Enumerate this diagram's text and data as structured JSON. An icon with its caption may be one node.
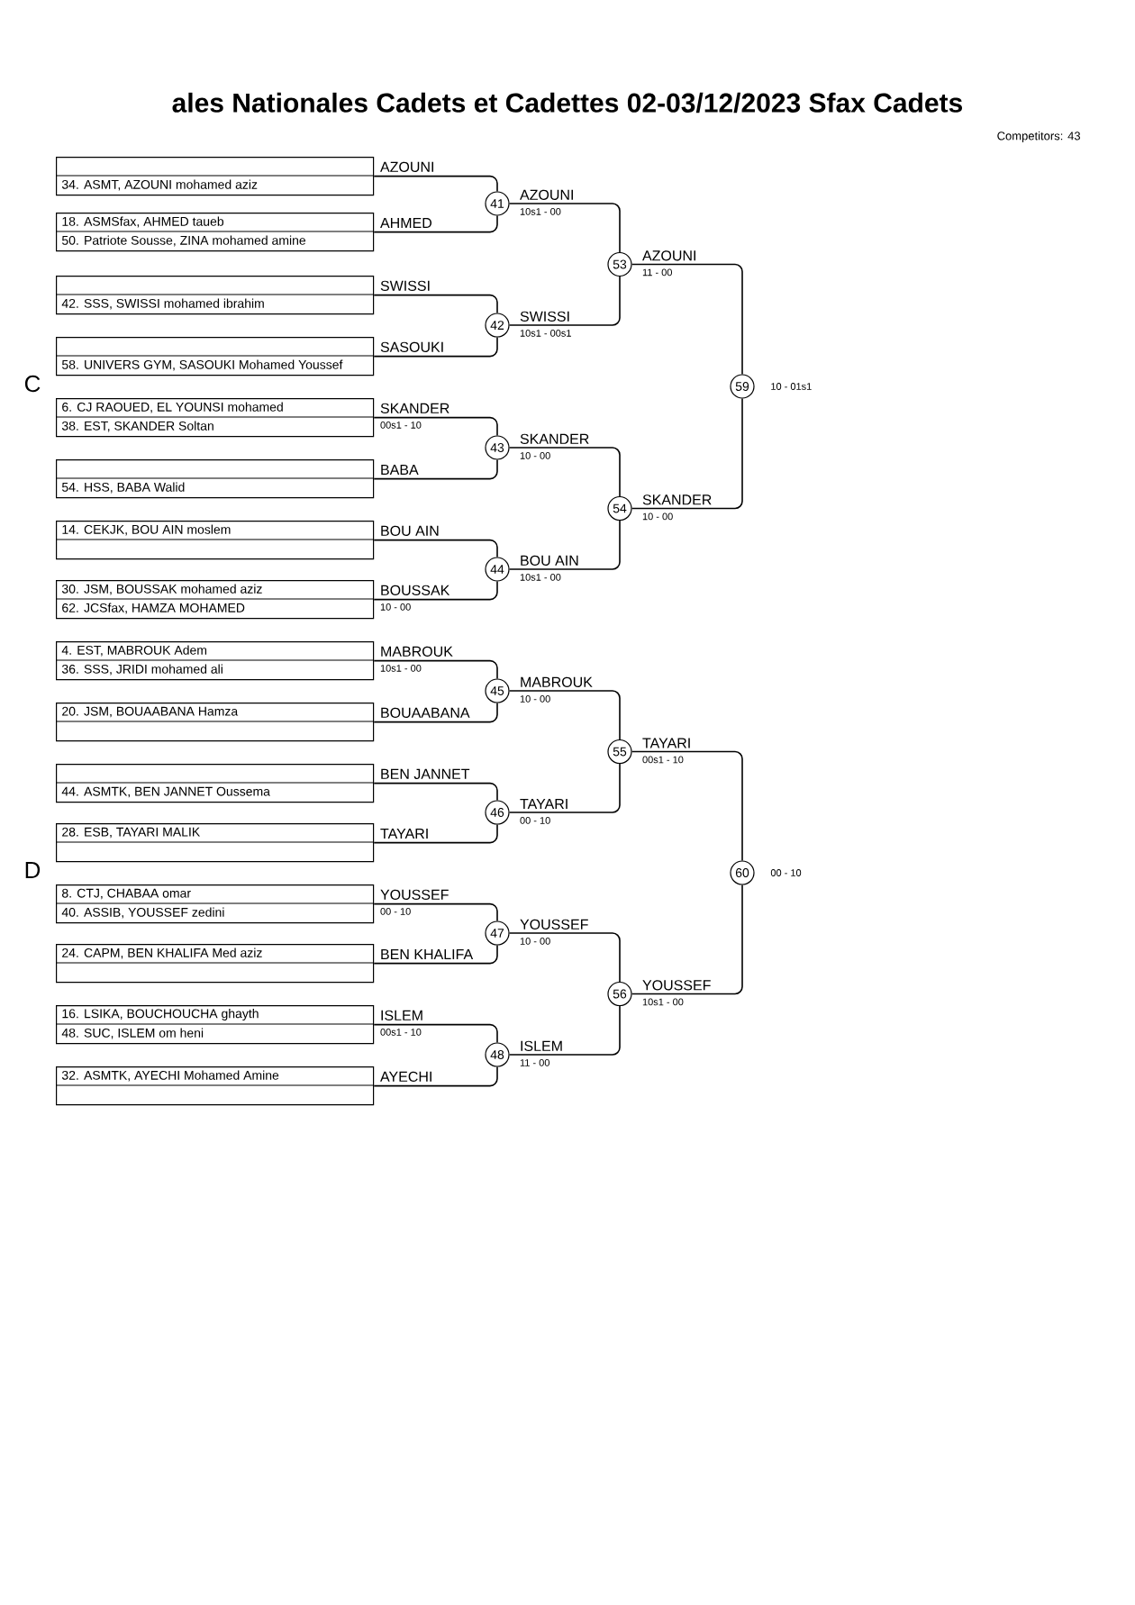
{
  "diagram": {
    "title": "ales Nationales Cadets et Cadettes 02-03/12/2023 Sfax Cadets",
    "nodes": [
      {
        "text": [
          "34. ASMT, AZOUNI mohamed aziz"
        ]
      },
      {
        "text": [
          "18. ASMSfax, AHMED taueb",
          "50. Patriote Sousse, ZINA mohamed amine"
        ]
      },
      {
        "text": [
          "42. SSS, SWISSI mohamed ibrahim"
        ]
      },
      {
        "text": [
          "58. UNIVERS GYM, SASOUKI Mohamed Youssef"
        ]
      },
      {
        "text": [
          "6. CJ RAOUED, EL YOUNSI mohamed",
          "38. EST, SKANDER Soltan"
        ]
      },
      {
        "text": [
          "54. HSS, BABA Walid"
        ]
      },
      {
        "text": [
          "14. CEKJK, BOU AIN moslem"
        ]
      },
      {
        "text": [
          "30. JSM, BOUSSAK mohamed aziz",
          "62. JCSfax, HAMZA MOHAMED"
        ]
      },
      {
        "text": [
          "4. EST, MABROUK Adem",
          "36. SSS, JRIDI mohamed ali"
        ]
      },
      {
        "text": [
          "20. JSM, BOUAABANA Hamza"
        ]
      },
      {
        "text": [
          "44. ASMTK, BEN JANNET Oussema"
        ]
      },
      {
        "text": [
          "28. ESB, TAYARI MALIK"
        ]
      },
      {
        "text": [
          "8. CTJ, CHABAA omar",
          "40. ASSIB, YOUSSEF zedini"
        ]
      },
      {
        "text": [
          "24. CAPM, BEN KHALIFA Med aziz"
        ]
      },
      {
        "text": [
          "16. LSIKA, BOUCHOUCHA ghayth",
          "48. SUC, ISLEM om heni"
        ]
      },
      {
        "text": [
          "32. ASMTK, AYECHI Mohamed Amine"
        ]
      },
      {
        "text": [
          "41"
        ]
      },
      {
        "text": [
          "42"
        ]
      },
      {
        "text": [
          "43"
        ]
      },
      {
        "text": [
          "44"
        ]
      },
      {
        "text": [
          "45"
        ]
      },
      {
        "text": [
          "46"
        ]
      },
      {
        "text": [
          "47"
        ]
      },
      {
        "text": [
          "48"
        ]
      },
      {
        "text": [
          "53"
        ]
      },
      {
        "text": [
          "54"
        ]
      },
      {
        "text": [
          "55"
        ]
      },
      {
        "text": [
          "56"
        ]
      },
      {
        "text": [
          "59"
        ],
        "beside": [
          "10 - 01s1"
        ]
      },
      {
        "text": [
          "60"
        ],
        "beside": [
          "00 - 10"
        ]
      }
    ],
    "edges": [
      {
        "from": 0,
        "to": 16,
        "arrow": "none",
        "label": "AZOUNI"
      },
      {
        "from": 1,
        "to": 16,
        "arrow": "none",
        "label": "AHMED"
      },
      {
        "from": 2,
        "to": 17,
        "arrow": "none",
        "label": "SWISSI"
      },
      {
        "from": 3,
        "to": 17,
        "arrow": "none",
        "label": "SASOUKI"
      },
      {
        "from": 4,
        "to": 18,
        "arrow": "none",
        "label": "SKANDER"
      },
      {
        "from": 5,
        "to": 18,
        "arrow": "none",
        "label": "BABA"
      },
      {
        "from": 6,
        "to": 19,
        "arrow": "none",
        "label": "BOU AIN"
      },
      {
        "from": 7,
        "to": 19,
        "arrow": "none",
        "label": "BOUSSAK"
      },
      {
        "from": 8,
        "to": 20,
        "arrow": "none",
        "label": "MABROUK"
      },
      {
        "from": 9,
        "to": 20,
        "arrow": "none",
        "label": "BOUAABANA"
      },
      {
        "from": 10,
        "to": 21,
        "arrow": "none",
        "label": "BEN JANNET"
      },
      {
        "from": 11,
        "to": 21,
        "arrow": "none",
        "label": "TAYARI"
      },
      {
        "from": 12,
        "to": 22,
        "arrow": "none",
        "label": "YOUSSEF"
      },
      {
        "from": 13,
        "to": 22,
        "arrow": "none",
        "label": "BEN KHALIFA"
      },
      {
        "from": 14,
        "to": 23,
        "arrow": "none",
        "label": "ISLEM"
      },
      {
        "from": 15,
        "to": 23,
        "arrow": "none",
        "label": "AYECHI"
      },
      {
        "from": 16,
        "to": 24,
        "arrow": "none",
        "label": "AZOUNI"
      },
      {
        "from": 17,
        "to": 24,
        "arrow": "none",
        "label": "SWISSI"
      },
      {
        "from": 18,
        "to": 25,
        "arrow": "none",
        "label": "SKANDER"
      },
      {
        "from": 19,
        "to": 25,
        "arrow": "none",
        "label": "BOU AIN"
      },
      {
        "from": 20,
        "to": 26,
        "arrow": "none",
        "label": "MABROUK"
      },
      {
        "from": 21,
        "to": 26,
        "arrow": "none",
        "label": "TAYARI"
      },
      {
        "from": 22,
        "to": 27,
        "arrow": "none",
        "label": "YOUSSEF"
      },
      {
        "from": 23,
        "to": 27,
        "arrow": "none",
        "label": "ISLEM"
      },
      {
        "from": 24,
        "to": 28,
        "arrow": "none",
        "label": "AZOUNI"
      },
      {
        "from": 25,
        "to": 28,
        "arrow": "none",
        "label": "SKANDER"
      },
      {
        "from": 26,
        "to": 29,
        "arrow": "none",
        "label": "TAYARI"
      },
      {
        "from": 27,
        "to": 29,
        "arrow": "none",
        "label": "YOUSSEF"
      }
    ],
    "labels": [
      "Competitors: 43",
      "C",
      "D",
      "00s1 - 10",
      "10 - 00",
      "10s1 - 00",
      "00 - 10",
      "00s1 - 10",
      "10s1 - 00",
      "10s1 - 00s1",
      "10 - 00",
      "10s1 - 00",
      "10 - 00",
      "00 - 10",
      "10 - 00",
      "11 - 00",
      "11 - 00",
      "10 - 00",
      "00s1 - 10",
      "10s1 - 00"
    ]
  }
}
